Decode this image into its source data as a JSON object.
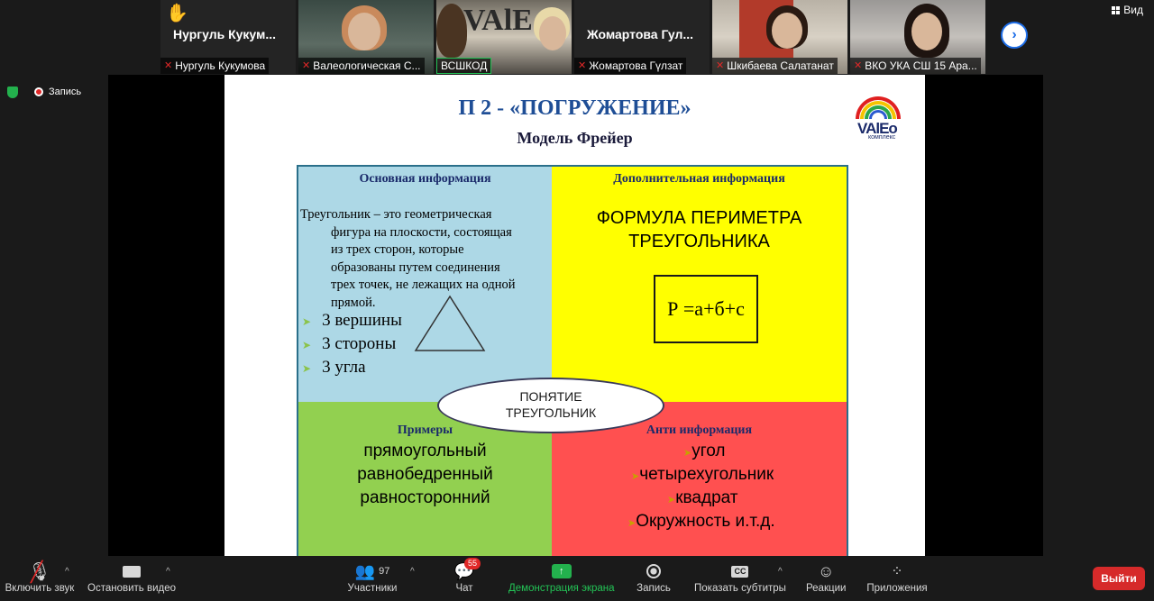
{
  "participants": [
    {
      "display_name": "Нургуль  Кукум...",
      "caption": "Нургуль Кукумова",
      "hand_raised": true
    },
    {
      "caption": "Валеологическая С..."
    },
    {
      "caption": "ВСШКОД"
    },
    {
      "display_name": "Жомартова  Гул...",
      "caption": "Жомартова Гүлзат"
    },
    {
      "caption": "Шкибаева Салатанат"
    },
    {
      "caption": "ВКО УКА СШ 15 Ара..."
    }
  ],
  "top": {
    "view_label": "Вид",
    "next_icon": "chevron-right-icon"
  },
  "recording": {
    "label": "Запись"
  },
  "slide": {
    "title": "П 2 - «ПОГРУЖЕНИЕ»",
    "subtitle": "Модель Фрейер",
    "logo": {
      "text": "VAlEo",
      "sub": "комплекс"
    },
    "q1": {
      "heading": "Основная информация",
      "definition": [
        "Треугольник – это геометрическая",
        "фигура  на плоскости, состоящая",
        "из трех сторон, которые",
        "образованы путем соединения",
        "трех точек, не лежащих  на одной",
        "прямой."
      ],
      "bullets": [
        "3 вершины",
        "3 стороны",
        "3 угла"
      ]
    },
    "q2": {
      "heading": "Дополнительная информация",
      "formula_title": [
        "ФОРМУЛА ПЕРИМЕТРА",
        "ТРЕУГОЛЬНИКА"
      ],
      "formula": "Р =а+б+с"
    },
    "q3": {
      "heading": "Примеры",
      "items": [
        "прямоугольный",
        "равнобедренный",
        "равносторонний"
      ]
    },
    "q4": {
      "heading": "Анти информация",
      "items": [
        "угол",
        "четырехугольник",
        "квадрат",
        "Окружность и.т.д."
      ]
    },
    "center": [
      "ПОНЯТИЕ",
      "ТРЕУГОЛЬНИК"
    ]
  },
  "toolbar": {
    "unmute": "Включить звук",
    "stop_video": "Остановить видео",
    "participants": "Участники",
    "participants_count": "97",
    "chat": "Чат",
    "chat_badge": "55",
    "share": "Демонстрация экрана",
    "record": "Запись",
    "captions": "Показать субтитры",
    "reactions": "Реакции",
    "apps": "Приложения",
    "leave": "Выйти"
  },
  "colors": {
    "q1": "#add8e6",
    "q2": "#ffff00",
    "q3": "#92d050",
    "q4": "#ff5050",
    "title": "#1f4e96",
    "leave": "#d62a2a",
    "share": "#23b14d"
  }
}
